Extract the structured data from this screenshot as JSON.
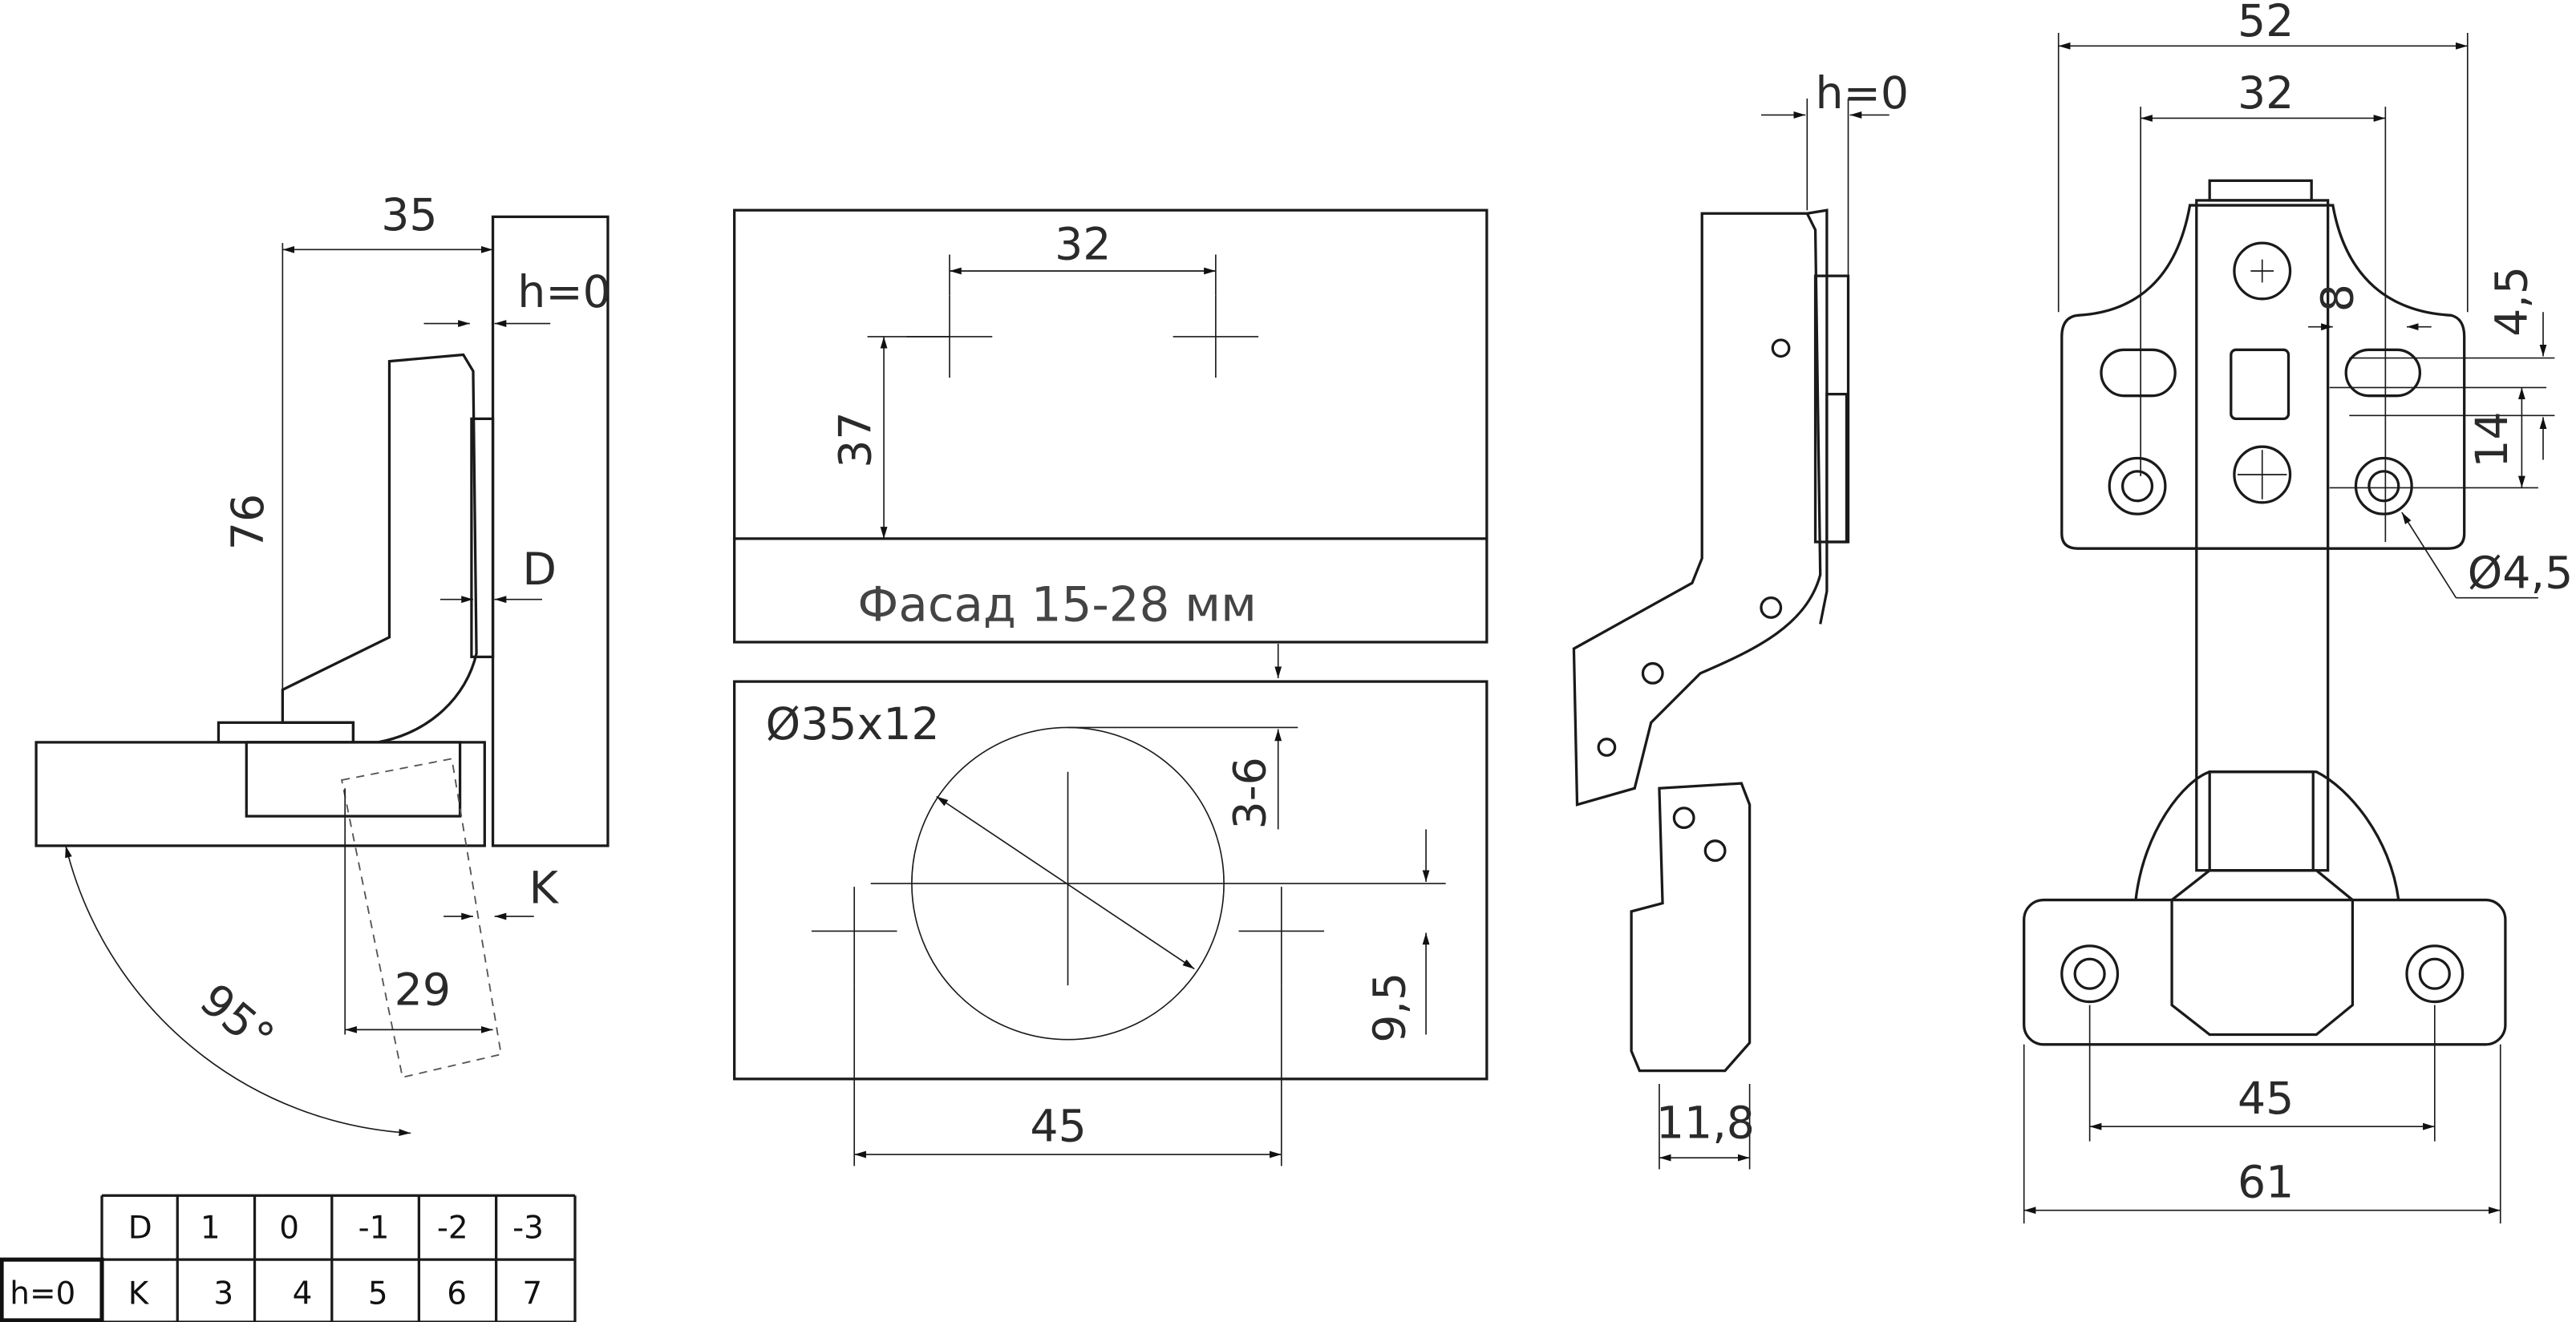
{
  "side_view_left": {
    "dim_width": "35",
    "dim_height": "76",
    "label_h": "h=0",
    "label_d": "D",
    "label_k": "K",
    "dim_29": "29",
    "angle": "95°"
  },
  "drill_top": {
    "dim_32": "32",
    "dim_37": "37",
    "facade_label": "Фасад 15-28 мм"
  },
  "drill_bottom": {
    "cup": "Ø35x12",
    "dim_3_6": "3-6",
    "dim_9_5": "9,5",
    "dim_45": "45"
  },
  "side_view_right": {
    "label_h": "h=0",
    "dim_11_8": "11,8"
  },
  "front_view": {
    "dim_52": "52",
    "dim_32": "32",
    "dim_8": "8",
    "dim_4_5": "4,5",
    "dim_14": "14",
    "hole": "Ø4,5",
    "dim_45": "45",
    "dim_61": "61"
  },
  "table": {
    "row_label": "h=0",
    "d_header": "D",
    "k_header": "K",
    "d_values": [
      "1",
      "0",
      "-1",
      "-2",
      "-3"
    ],
    "k_values": [
      "3",
      "4",
      "5",
      "6",
      "7"
    ]
  }
}
